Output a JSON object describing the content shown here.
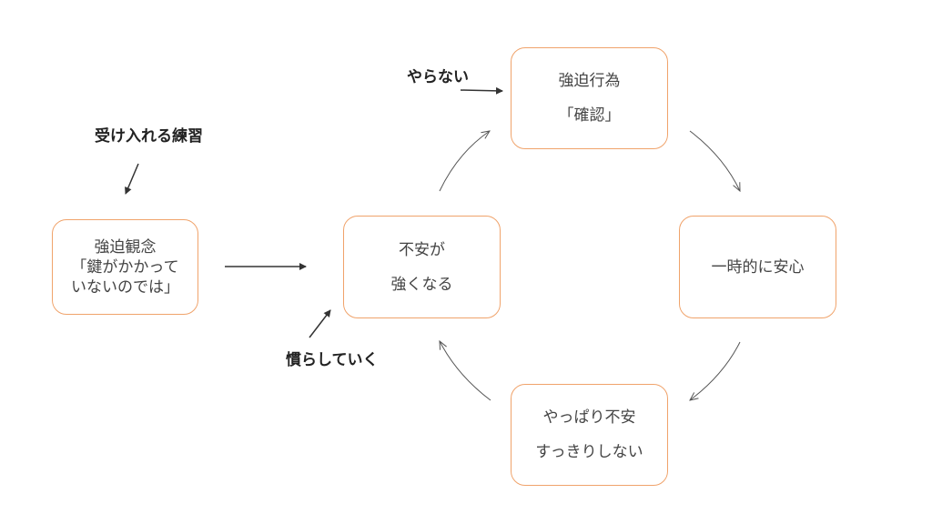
{
  "nodes": {
    "obsession": {
      "lines": [
        "強迫観念",
        "「鍵がかかって",
        "いないのでは」"
      ]
    },
    "anxiety": {
      "lines": [
        "不安が",
        "強くなる"
      ]
    },
    "compulsion": {
      "lines": [
        "強迫行為",
        "「確認」"
      ]
    },
    "relief": {
      "lines": [
        "一時的に安心"
      ]
    },
    "unsettled": {
      "lines": [
        "やっぱり不安",
        "すっきりしない"
      ]
    }
  },
  "labels": {
    "accept": "受け入れる練習",
    "dont": "やらない",
    "habituate": "慣らしていく"
  },
  "colors": {
    "box_border": "#f0a36b",
    "arrow": "#333333"
  }
}
